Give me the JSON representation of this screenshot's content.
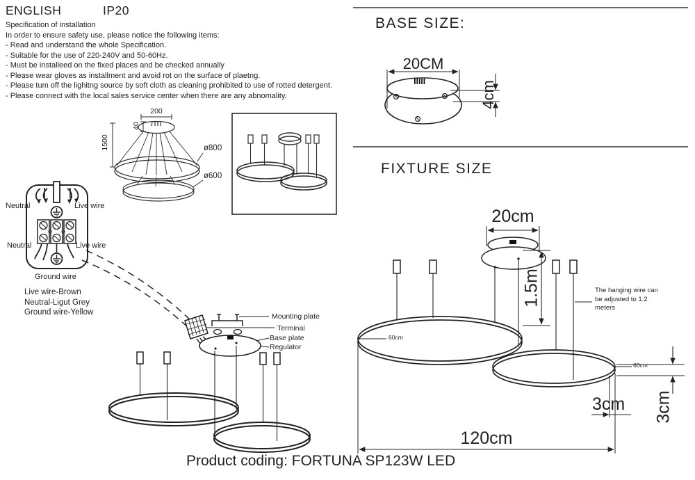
{
  "colors": {
    "ink": "#222222",
    "paper": "#ffffff"
  },
  "header": {
    "language": "ENGLISH",
    "ip_rating": "IP20"
  },
  "spec": {
    "title": "Specification of installation",
    "intro": "In order to ensure safety use, please notice the following items:",
    "items": [
      "- Read and understand the whole Specification.",
      "- Suitable for the use of 220-240V and 50-60Hz.",
      "- Must be installeed on the fixed places and be checked annually",
      "- Please wear gloves as installment and avoid rot on the surface of plaetng.",
      "- Please tum off the lighitng source by soft cloth as cleaning prohibited to use of rotted detergent.",
      "- Please connect with the local sales service center when there are any abnomality."
    ]
  },
  "overview_diagram": {
    "canopy_width": "200",
    "canopy_height": "40",
    "drop_length": "1500",
    "ring1_diameter": "ø800",
    "ring2_diameter": "ø600"
  },
  "wiring": {
    "neutral_top": "Neutral",
    "live_top": "Live wire",
    "neutral_bottom": "Neutral",
    "live_bottom": "Live wire",
    "ground": "Ground wire",
    "legend": [
      "Live wire-Brown",
      "Neutral-Ligut Grey",
      "Ground wire-Yellow"
    ]
  },
  "canopy_parts": {
    "mounting_plate": "Mounting plate",
    "terminal": "Terminal",
    "base_plate": "Base plate",
    "regulator": "Regulator"
  },
  "base_size": {
    "title": "BASE SIZE:",
    "width": "20CM",
    "height": "4cm"
  },
  "fixture_size": {
    "title": "FIXTURE SIZE",
    "canopy_width": "20cm",
    "drop": "1.5m",
    "ring1_label": "60cm",
    "ring2_label": "60cm",
    "tube_width": "3cm",
    "tube_height": "3cm",
    "total_width": "120cm",
    "note": "The hanging wire can\nbe adjusted to 1.2\nmeters"
  },
  "footer": {
    "product_coding": "Product coding: FORTUNA SP123W LED"
  }
}
